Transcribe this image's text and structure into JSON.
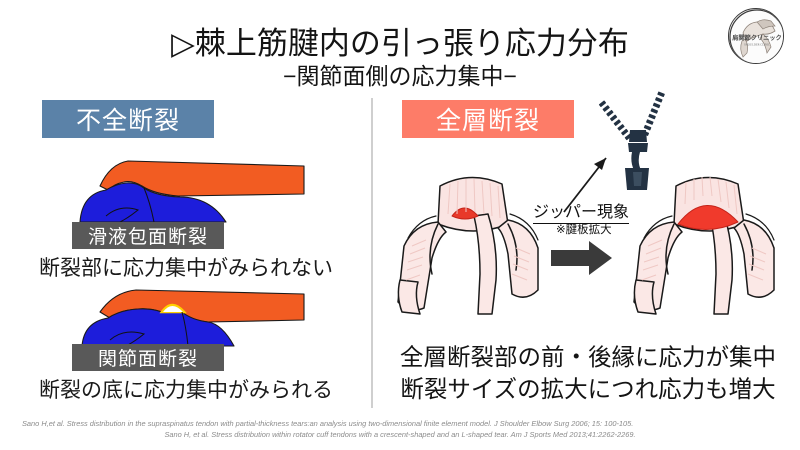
{
  "slide": {
    "title": "▷棘上筋腱内の引っ張り応力分布",
    "subtitle": "−関節面側の応力集中−"
  },
  "logo": {
    "alt": "shoulder-anatomy-logo"
  },
  "left_panel": {
    "header": "不全断裂",
    "header_color": "#5b82a8",
    "items": [
      {
        "label": "滑液包面断裂",
        "caption": "断裂部に応力集中がみられない"
      },
      {
        "label": "関節面断裂",
        "caption": "断裂の底に応力集中がみられる"
      }
    ]
  },
  "right_panel": {
    "header": "全層断裂",
    "header_color": "#fd7c68",
    "zipper_label": "ジッパー現象",
    "zipper_note": "※腱板拡大",
    "conclusion_line1": "全層断裂部の前・後縁に応力が集中",
    "conclusion_line2": "断裂サイズの拡大につれ応力も増大"
  },
  "citations": {
    "line1": "Sano H,et al.  Stress distribution  in the supraspinatus tendon with partial-thickness tears:an analysis using  two-dimensional finite element model.  J Shoulder Elbow Surg 2006; 15: 100-105.",
    "line2": "Sano H, et al. Stress distribution within rotator cuff tendons with a crescent-shaped and an L-shaped tear. Am J Sports Med 2013;41:2262-2269."
  },
  "colors": {
    "tendon_orange": "#f25c22",
    "bone_blue": "#1d1ddb",
    "tear_red": "#ef2b20",
    "slate": "#5b82a8",
    "salmon": "#fd7c68",
    "gray_label": "#595959"
  }
}
